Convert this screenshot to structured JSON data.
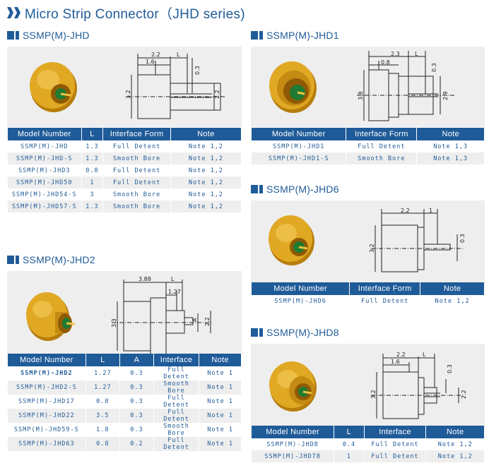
{
  "page": {
    "title": "Micro Strip Connector（JHD series)"
  },
  "colors": {
    "accent": "#1f5b98",
    "panel": "#eeeeee",
    "gold": "#d9a21b"
  },
  "sections": {
    "jhd": {
      "heading": "SSMP(M)-JHD",
      "dims": {
        "d1": "2.2",
        "d2": "L",
        "d3": "1.6",
        "d4": "0.3",
        "d5": "3.2",
        "d6": "2.2"
      },
      "headers": [
        "Model Number",
        "L",
        "Interface Form",
        "Note"
      ],
      "rows": [
        [
          "SSMP(M)-JHD",
          "1.3",
          "Full Detent",
          "Note 1,2"
        ],
        [
          "SSMP(M)-JHD-S",
          "1.3",
          "Smooth Bore",
          "Note 1,2"
        ],
        [
          "SSMP(M)-JHD3",
          "0.8",
          "Full Detent",
          "Note 1,2"
        ],
        [
          "SSMP(M)-JHD50",
          "1",
          "Full Detent",
          "Note 1,2"
        ],
        [
          "SSMP(M)-JHD54-S",
          "3",
          "Smooth Bore",
          "Note 1,2"
        ],
        [
          "SSMP(M)-JHD57-S",
          "1.3",
          "Smooth Bore",
          "Note 1,2"
        ]
      ]
    },
    "jhd1": {
      "heading": "SSMP(M)-JHD1",
      "dims": {
        "d1": "2.3",
        "d2": "L",
        "d3": "0.8",
        "d4": "0.3",
        "d5": "3.8",
        "d6": "2.9"
      },
      "headers": [
        "Model Number",
        "Interface Form",
        "Note"
      ],
      "rows": [
        [
          "SSMP(M)-JHD1",
          "Full Detent",
          "Note 1,3"
        ],
        [
          "SSMP(M)-JHD1-S",
          "Smooth Bore",
          "Note 1,3"
        ]
      ]
    },
    "jhd6": {
      "heading": "SSMP(M)-JHD6",
      "dims": {
        "d1": "2.2",
        "d2": "1",
        "d3": "0.3",
        "d4": "3.2"
      },
      "headers": [
        "Model Number",
        "Interface Form",
        "Note"
      ],
      "rows": [
        [
          "SSMP(M)-JHD6",
          "Full Detent",
          "Note 1,2"
        ]
      ]
    },
    "jhd2": {
      "heading": "SSMP(M)-JHD2",
      "dims": {
        "d1": "3.88",
        "d2": "L",
        "d3": "1.27",
        "d4": "A",
        "d5": "3.3",
        "d6": "2.2"
      },
      "headers": [
        "Model Number",
        "L",
        "A",
        "Interface",
        "Note"
      ],
      "rows": [
        [
          "SSMP(M)-JHD2",
          "1.27",
          "0.3",
          "Full Detent",
          "Note 1"
        ],
        [
          "SSMP(M)-JHD2-S",
          "1.27",
          "0.3",
          "Smooth Bore",
          "Note 1"
        ],
        [
          "SSMP(M)-JHD17",
          "0.8",
          "0.3",
          "Full Detent",
          "Note 1"
        ],
        [
          "SSMP(M)-JHD22",
          "3.5",
          "0.3",
          "Full Detent",
          "Note 1"
        ],
        [
          "SSMP(M)-JHD59-S",
          "1.8",
          "0.3",
          "Smooth Bore",
          "Note 1"
        ],
        [
          "SSMP(M)-JHD63",
          "0.8",
          "0.2",
          "Full Detent",
          "Note 1"
        ]
      ]
    },
    "jhd8": {
      "heading": "SSMP(M)-JHD8",
      "dims": {
        "d1": "2.2",
        "d2": "L",
        "d3": "1.6",
        "d4": "0.3",
        "d5": "3.2",
        "d6": "2.2"
      },
      "headers": [
        "Model Number",
        "L",
        "Interface",
        "Note"
      ],
      "rows": [
        [
          "SSMP(M)-JHD8",
          "0.4",
          "Full Detent",
          "Note 1,2"
        ],
        [
          "SSMP(M)-JHD78",
          "1",
          "Full Detent",
          "Note 1,2"
        ]
      ]
    }
  }
}
